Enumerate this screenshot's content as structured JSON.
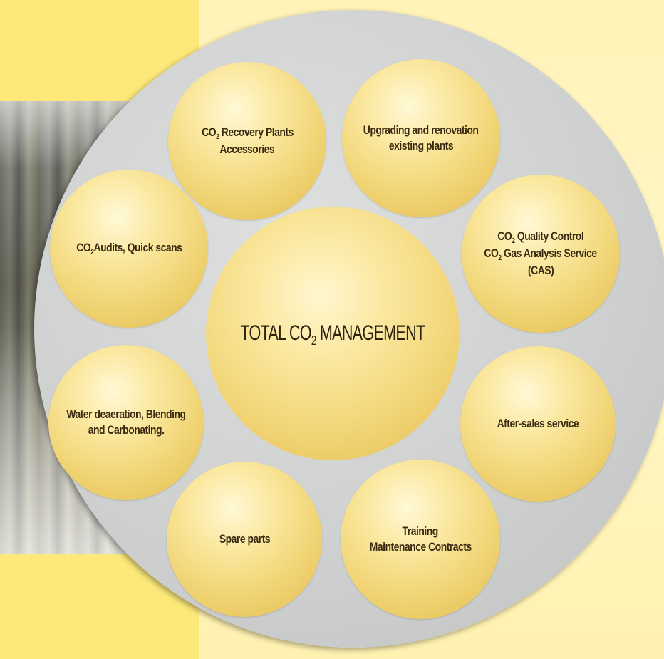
{
  "diagram": {
    "center": {
      "label_prefix": "TOTAL CO",
      "label_sub": "2",
      "label_suffix": " MANAGEMENT"
    },
    "bubbles": [
      {
        "id": "recovery",
        "line1_prefix": "CO",
        "line1_sub": "2",
        "line1_suffix": " Recovery Plants",
        "line2": "Accessories"
      },
      {
        "id": "upgrading",
        "line1": "Upgrading and renovation",
        "line2": "existing plants"
      },
      {
        "id": "quality",
        "line1_prefix": "CO",
        "line1_sub": "2",
        "line1_suffix": " Quality Control",
        "line2_prefix": "CO",
        "line2_sub": "2",
        "line2_suffix": " Gas Analysis Service",
        "line3": "(CAS)"
      },
      {
        "id": "after_sales",
        "line1": "After-sales service"
      },
      {
        "id": "training",
        "line1": "Training",
        "line2": "Maintenance Contracts"
      },
      {
        "id": "spare_parts",
        "line1": "Spare parts"
      },
      {
        "id": "water",
        "line1": "Water deaeration, Blending",
        "line2": "and Carbonating."
      },
      {
        "id": "audits",
        "line1_prefix": "CO",
        "line1_sub": "2",
        "line1_suffix": "Audits, Quick scans"
      }
    ]
  }
}
